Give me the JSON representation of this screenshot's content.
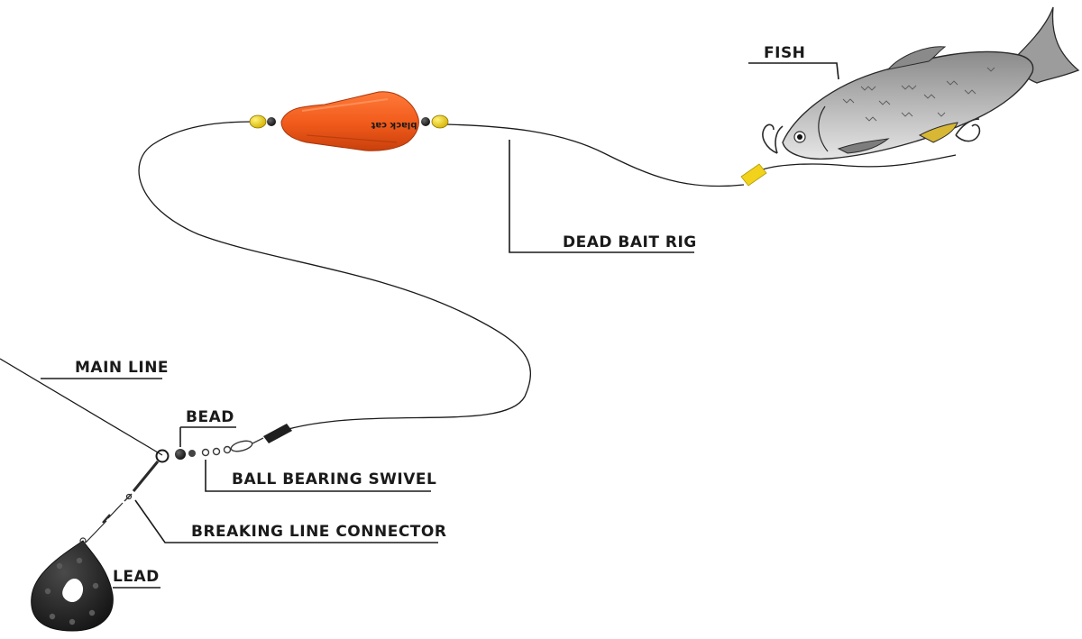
{
  "diagram": {
    "labels": {
      "fish": "FISH",
      "dead_bait_rig": "DEAD BAIT RIG",
      "main_line": "MAIN LINE",
      "bead": "BEAD",
      "ball_bearing_swivel": "BALL BEARING SWIVEL",
      "breaking_line_connector": "BREAKING LINE CONNECTOR",
      "lead": "LEAD"
    },
    "float_brand": "black cat",
    "colors": {
      "float": "#f05a1a",
      "float_dark": "#c9400c",
      "bead_yellow": "#f2d21b",
      "bead_black": "#222222",
      "lead": "#2b2b2b",
      "fish_body": "#a9a9a9",
      "fish_shade": "#7d7d7d",
      "line": "#1a1a1a",
      "fin_yellow": "#d7b733"
    }
  }
}
